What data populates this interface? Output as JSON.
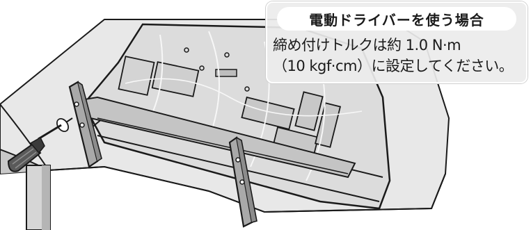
{
  "callout": {
    "title": "電動ドライバーを使う場合",
    "line1": "締め付けトルクは約 1.0 N·m",
    "line2": "（10 kgf·cm）に設定してください。"
  },
  "colors": {
    "table_fill": "#e8e8e8",
    "table_shadow": "#b5b5b5",
    "tv_fill": "#dcdcdc",
    "stand_fill": "#a9a9a9",
    "outline": "#1a1a1a",
    "bag_line": "#f7f7f7"
  },
  "icons": [
    "screwdriver-icon",
    "screw-icon"
  ]
}
